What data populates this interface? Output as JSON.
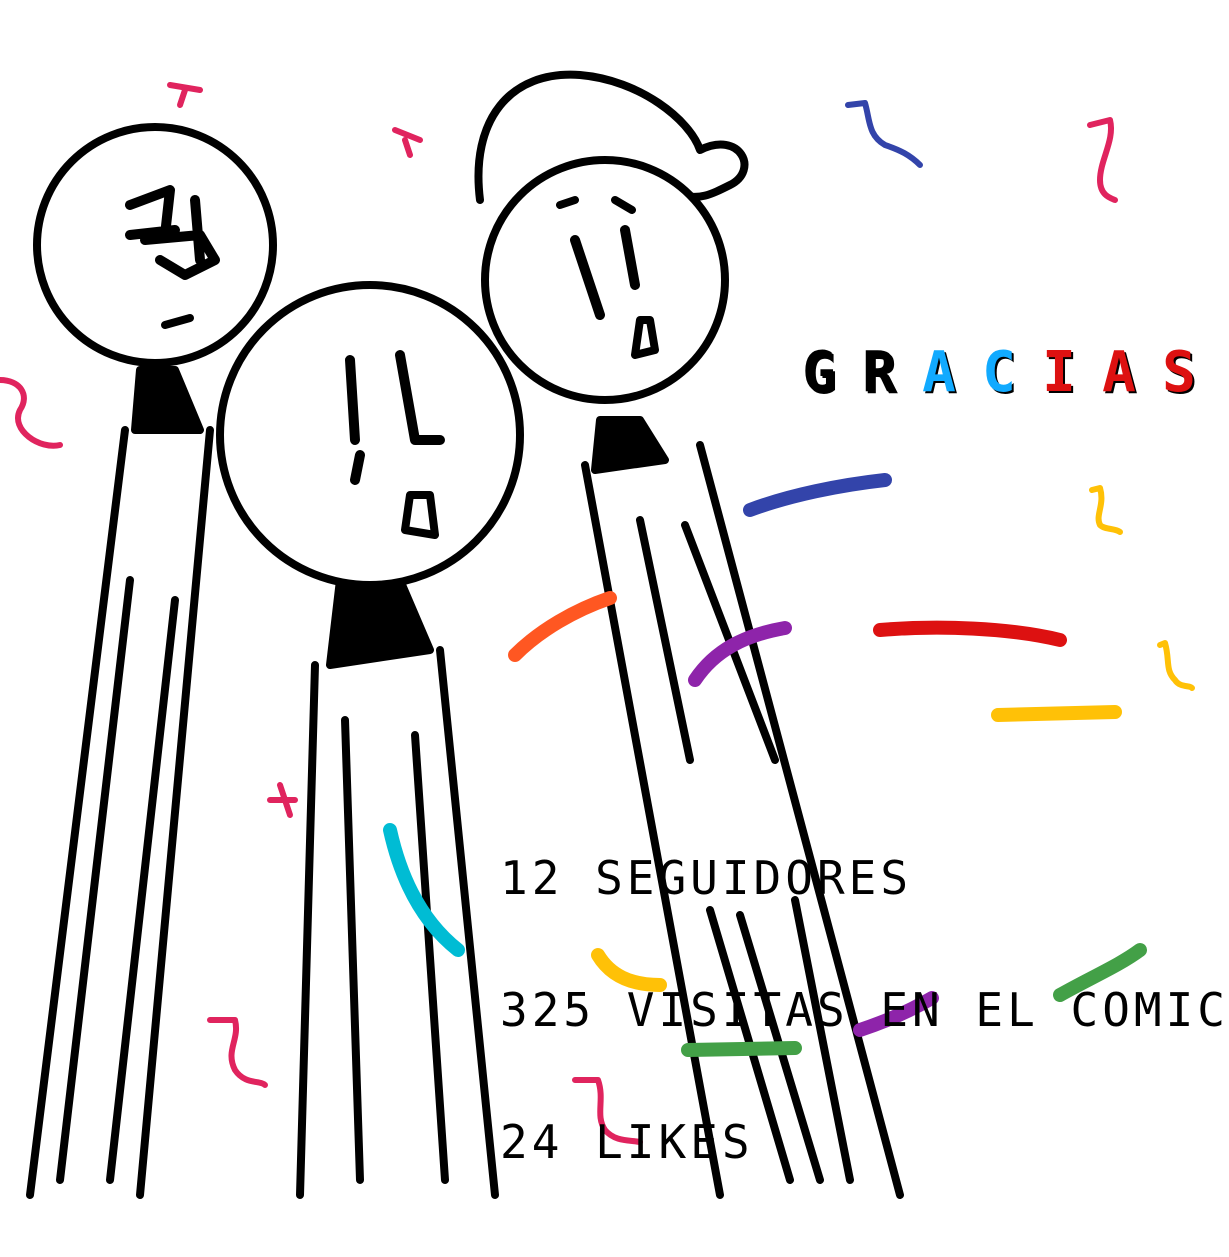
{
  "title": {
    "letters": [
      {
        "char": "G",
        "color": "#000000"
      },
      {
        "char": "R",
        "color": "#000000"
      },
      {
        "char": "A",
        "color": "#11aaff"
      },
      {
        "char": "C",
        "color": "#11aaff"
      },
      {
        "char": "I",
        "color": "#dd1111"
      },
      {
        "char": "A",
        "color": "#dd1111"
      },
      {
        "char": "S",
        "color": "#dd1111"
      }
    ]
  },
  "stats": {
    "followers": "12 SEGUIDORES",
    "visits": "325 VISITAS EN EL COMIC",
    "likes": "24 LIKES"
  },
  "colors": {
    "ink": "#000000",
    "pink": "#e0245e",
    "blue": "#3344aa",
    "red": "#dd1111",
    "yellow": "#ffc107",
    "orange": "#ff5722",
    "purple": "#8e24aa",
    "green": "#43a047",
    "cyan": "#00bcd4"
  }
}
